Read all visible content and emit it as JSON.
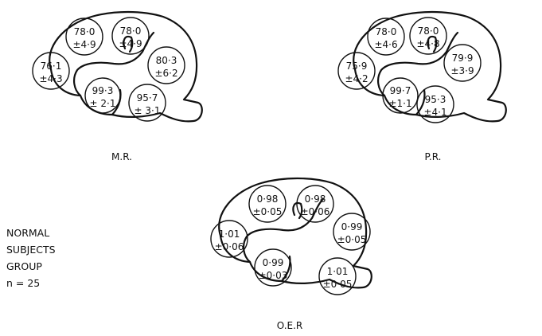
{
  "panels": [
    {
      "caption": "M.R.",
      "regions": [
        {
          "mean": "78·0",
          "sd": "±4·9"
        },
        {
          "mean": "78·0",
          "sd": "±4·9"
        },
        {
          "mean": "76·1",
          "sd": "±4·3"
        },
        {
          "mean": "80·3",
          "sd": "±6·2"
        },
        {
          "mean": "99·3",
          "sd": "± 2·1"
        },
        {
          "mean": "95·7",
          "sd": "± 3·1"
        }
      ]
    },
    {
      "caption": "P.R.",
      "regions": [
        {
          "mean": "78·0",
          "sd": "±4·6"
        },
        {
          "mean": "78·0",
          "sd": "±4·8"
        },
        {
          "mean": "75·9",
          "sd": "±4·2"
        },
        {
          "mean": "79·9",
          "sd": "±3·9"
        },
        {
          "mean": "99·7",
          "sd": "±1·1"
        },
        {
          "mean": "95·3",
          "sd": "±4·1"
        }
      ]
    },
    {
      "caption": "O.E.R",
      "regions": [
        {
          "mean": "0·98",
          "sd": "±0·05"
        },
        {
          "mean": "0·98",
          "sd": "±0·06"
        },
        {
          "mean": "1·01",
          "sd": "±0·06"
        },
        {
          "mean": "0·99",
          "sd": "±0·05"
        },
        {
          "mean": "0·99",
          "sd": "±0·03"
        },
        {
          "mean": "1·01",
          "sd": "±0·05"
        }
      ]
    }
  ],
  "group_label": {
    "line1": "NORMAL",
    "line2": "SUBJECTS",
    "line3": "GROUP",
    "line4": "n = 25"
  }
}
